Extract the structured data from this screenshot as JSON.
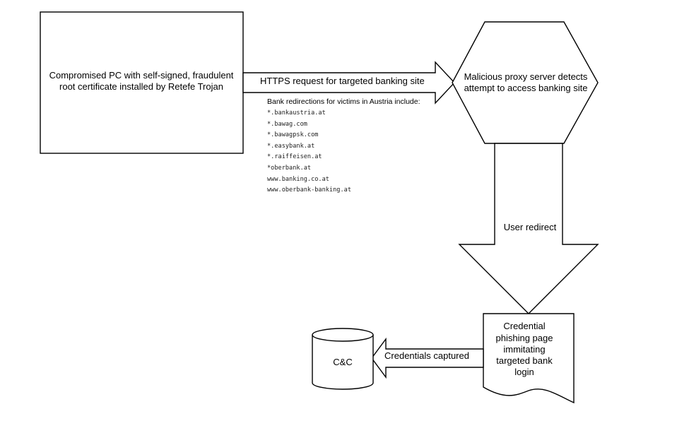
{
  "nodes": {
    "compromised_pc": "Compromised PC with self-signed, fraudulent root certificate installed by Retefe Trojan",
    "proxy_server": "Malicious proxy server detects attempt to access banking site",
    "phishing_page": "Credential phishing page immitating targeted bank login",
    "cnc": "C&C"
  },
  "edges": {
    "https_request": "HTTPS request for targeted banking site",
    "user_redirect": "User redirect",
    "credentials_captured": "Credentials captured"
  },
  "bank_redirects": {
    "heading": "Bank redirections for victims in Austria include:",
    "domains": [
      "*.bankaustria.at",
      "*.bawag.com",
      "*.bawagpsk.com",
      "*.easybank.at",
      "*.raiffeisen.at",
      "*oberbank.at",
      "www.banking.co.at",
      "www.oberbank-banking.at"
    ]
  },
  "colors": {
    "stroke": "#000000",
    "fill": "#ffffff",
    "text": "#000000"
  }
}
